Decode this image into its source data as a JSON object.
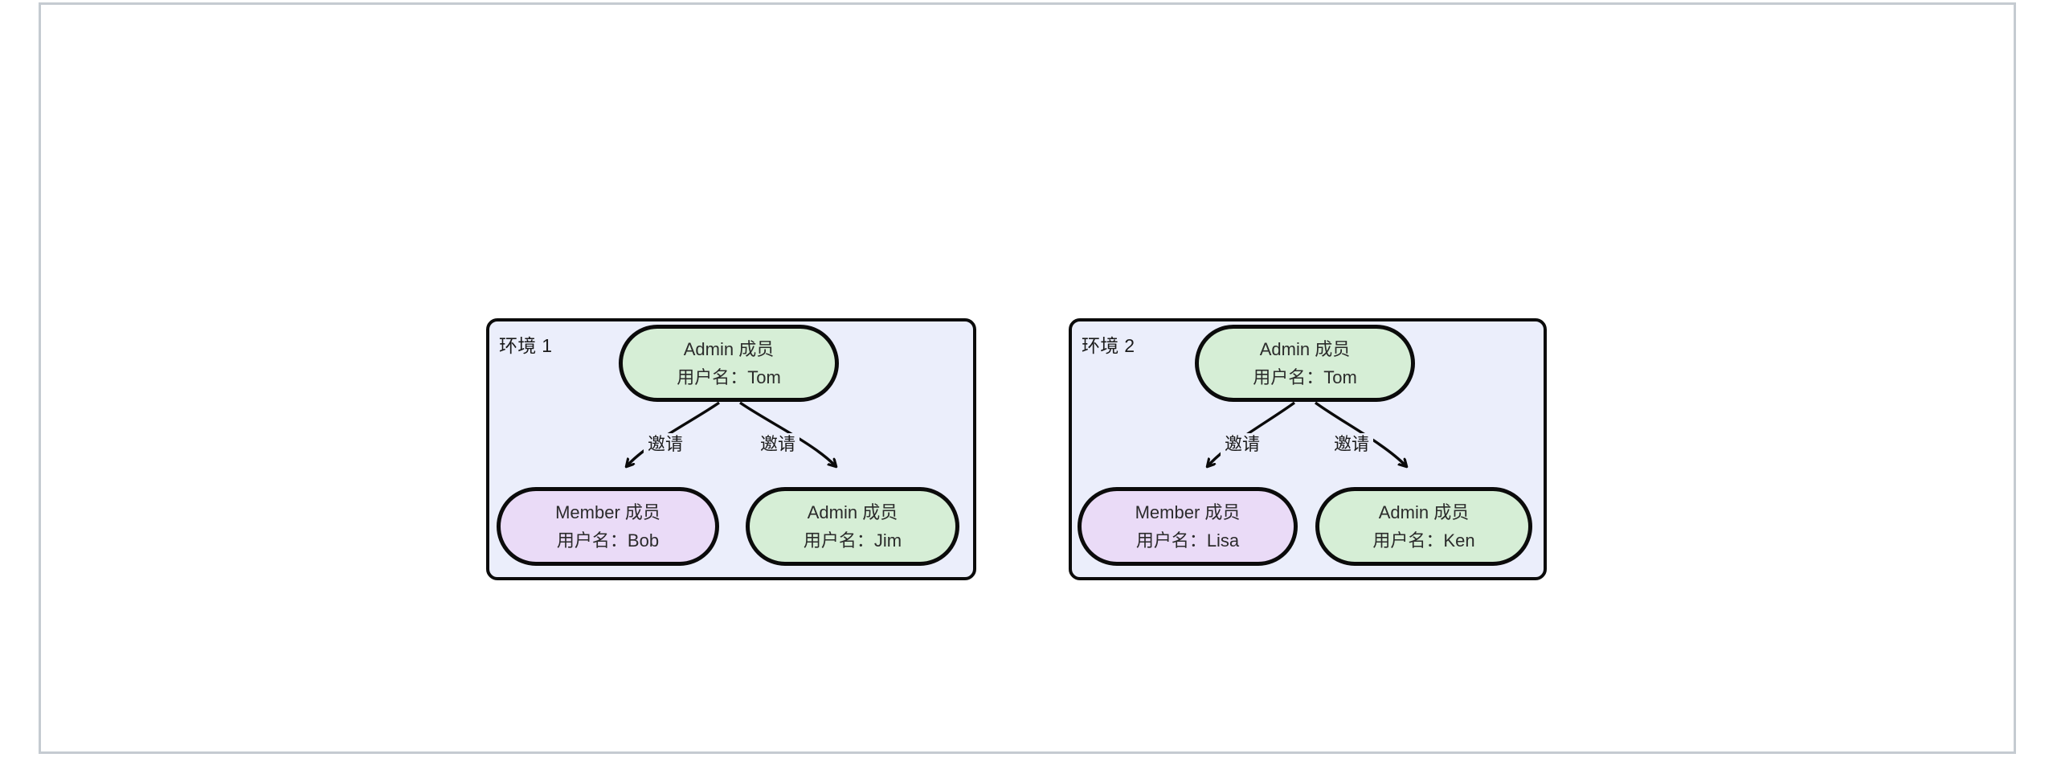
{
  "page": {
    "background_color": "#ffffff",
    "frame_color": "#c5cbd1"
  },
  "theme": {
    "node_border_color": "#0b0b0b",
    "node_text_color": "#2b2b2b",
    "cluster_background": "#ebeefb",
    "cluster_border_color": "#0b0b0b",
    "cluster_label_color": "#1b1b1b",
    "admin_node_fill": "#d6eed6",
    "member_node_fill": "#eadbf7",
    "edge_color": "#0b0b0b",
    "edge_label_color": "#1b1b1b"
  },
  "chart_data": {
    "type": "diagram",
    "diagram_kind": "flowchart",
    "direction": "TD",
    "title": "",
    "clusters": [
      {
        "id": "env1",
        "label": "环境 1",
        "nodes": [
          {
            "id": "env1-tom",
            "role": "Admin 成员",
            "username_line": "用户名：Tom",
            "username": "Tom",
            "fill": "#d6eed6",
            "shape": "stadium",
            "level": "top"
          },
          {
            "id": "env1-bob",
            "role": "Member 成员",
            "username_line": "用户名：Bob",
            "username": "Bob",
            "fill": "#eadbf7",
            "shape": "stadium",
            "level": "bottom-left"
          },
          {
            "id": "env1-jim",
            "role": "Admin 成员",
            "username_line": "用户名：Jim",
            "username": "Jim",
            "fill": "#d6eed6",
            "shape": "stadium",
            "level": "bottom-right"
          }
        ],
        "edges": [
          {
            "from": "env1-tom",
            "to": "env1-bob",
            "label": "邀请",
            "arrow": "arrow-head-icon"
          },
          {
            "from": "env1-tom",
            "to": "env1-jim",
            "label": "邀请",
            "arrow": "arrow-head-icon"
          }
        ]
      },
      {
        "id": "env2",
        "label": "环境 2",
        "nodes": [
          {
            "id": "env2-tom",
            "role": "Admin 成员",
            "username_line": "用户名：Tom",
            "username": "Tom",
            "fill": "#d6eed6",
            "shape": "stadium",
            "level": "top"
          },
          {
            "id": "env2-lisa",
            "role": "Member 成员",
            "username_line": "用户名：Lisa",
            "username": "Lisa",
            "fill": "#eadbf7",
            "shape": "stadium",
            "level": "bottom-left"
          },
          {
            "id": "env2-ken",
            "role": "Admin 成员",
            "username_line": "用户名：Ken",
            "username": "Ken",
            "fill": "#d6eed6",
            "shape": "stadium",
            "level": "bottom-right"
          }
        ],
        "edges": [
          {
            "from": "env2-tom",
            "to": "env2-lisa",
            "label": "邀请",
            "arrow": "arrow-head-icon"
          },
          {
            "from": "env2-tom",
            "to": "env2-ken",
            "label": "邀请",
            "arrow": "arrow-head-icon"
          }
        ]
      }
    ]
  }
}
